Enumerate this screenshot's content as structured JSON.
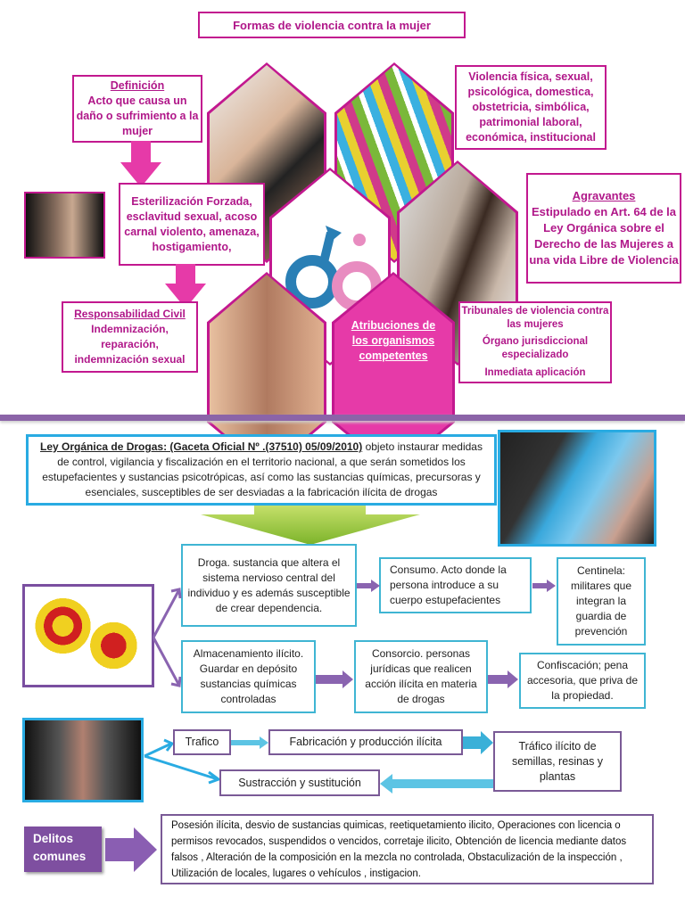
{
  "violence": {
    "title": "Formas de violencia contra la mujer",
    "definition": {
      "heading": "Definición",
      "text": "Acto que causa un daño o sufrimiento a la mujer"
    },
    "forms": "Violencia física, sexual, psicológica, domestica, obstetricia, simbólica, patrimonial laboral, económica, institucional",
    "acts": "Esterilización Forzada, esclavitud sexual, acoso carnal violento, amenaza, hostigamiento,",
    "aggravating": {
      "heading": "Agravantes",
      "text": "Estipulado en Art. 64 de la Ley Orgánica sobre el Derecho de las Mujeres a una vida Libre de Violencia"
    },
    "civil": {
      "heading": "Responsabilidad Civil",
      "text": "Indemnización, reparación, indemnización sexual"
    },
    "attributions": "Atribuciones de los organismos competentes",
    "courts": [
      "Tribunales de violencia contra las mujeres",
      "Órgano jurisdiccional especializado",
      "Inmediata aplicación"
    ]
  },
  "drugs": {
    "law_title": "Ley Orgánica de Drogas: (Gaceta Oficial Nº .(37510) 05/09/2010)",
    "law_text": " objeto instaurar medidas de control, vigilancia y fiscalización en el territorio nacional, a que serán sometidos los estupefacientes y sustancias psicotrópicas, así como las sustancias químicas, precursoras y esenciales, susceptibles de ser desviadas a la fabricación ilícita de drogas",
    "droga": "Droga. sustancia que altera el sistema nervioso central del individuo y es además susceptible de crear dependencia.",
    "consumo": "Consumo. Acto donde la persona introduce a su cuerpo estupefacientes",
    "centinela": "Centinela: militares que integran la guardia de prevención",
    "almacenamiento": "Almacenamiento ilícito. Guardar en depósito sustancias químicas controladas",
    "consorcio": "Consorcio. personas jurídicas que realicen acción ilícita en materia de drogas",
    "confiscacion": "Confiscación; pena accesoria, que priva de la propiedad.",
    "trafico": "Trafico",
    "fabricacion": "Fabricación y producción ilícita",
    "trafico_semillas": "Tráfico ilícito de semillas, resinas y plantas",
    "sustraccion": "Sustracción y sustitución",
    "delitos_label": "Delitos comunes",
    "delitos_text": "Posesión ilícita, desvio de sustancias quimicas, reetiquetamiento ilicito, Operaciones con licencia o permisos revocados, suspendidos o vencidos, corretaje ilicito, Obtención de licencia mediante datos falsos , Alteración de la composición en la mezcla no controlada, Obstaculización de la inspección , Utilización de locales, lugares o vehículos , instigacion."
  }
}
